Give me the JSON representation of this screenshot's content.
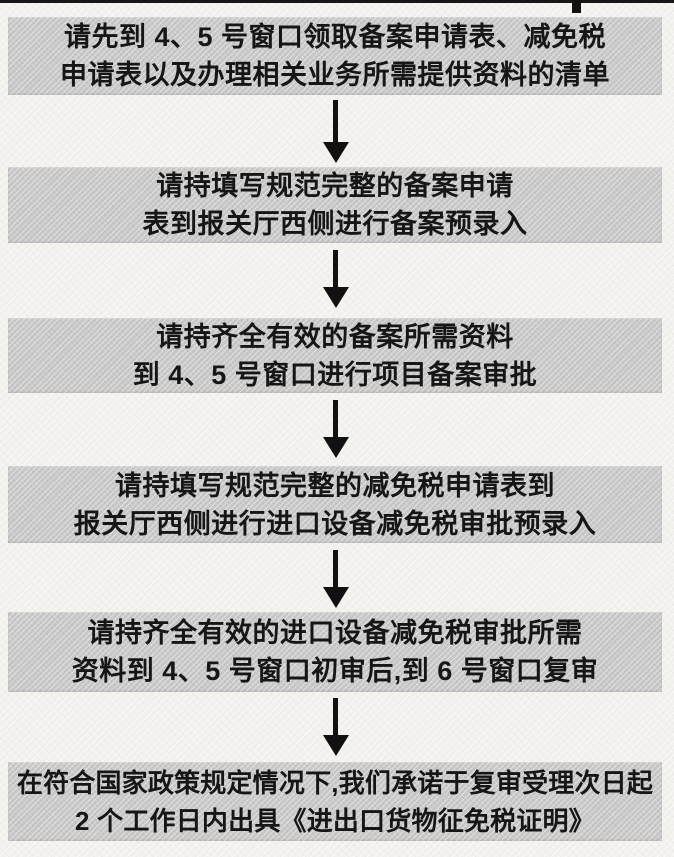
{
  "colors": {
    "page_background": "#f3f1ed",
    "box_fill": "#c9c9c9",
    "text": "#161616",
    "arrow": "#111111"
  },
  "flowchart": {
    "steps": [
      {
        "lines": [
          "请先到 4、5 号窗口领取备案申请表、减免税",
          "申请表以及办理相关业务所需提供资料的清单"
        ]
      },
      {
        "lines": [
          "请持填写规范完整的备案申请",
          "表到报关厅西侧进行备案预录入"
        ]
      },
      {
        "lines": [
          "请持齐全有效的备案所需资料",
          "到 4、5 号窗口进行项目备案审批"
        ]
      },
      {
        "lines": [
          "请持填写规范完整的减免税申请表到",
          "报关厅西侧进行进口设备减免税审批预录入"
        ]
      },
      {
        "lines": [
          "请持齐全有效的进口设备减免税审批所需",
          "资料到 4、5 号窗口初审后,到 6 号窗口复审"
        ]
      },
      {
        "lines": [
          "在符合国家政策规定情况下,我们承诺于复审受理次日起",
          "2 个工作日内出具《进出口货物征免税证明》"
        ]
      }
    ]
  }
}
